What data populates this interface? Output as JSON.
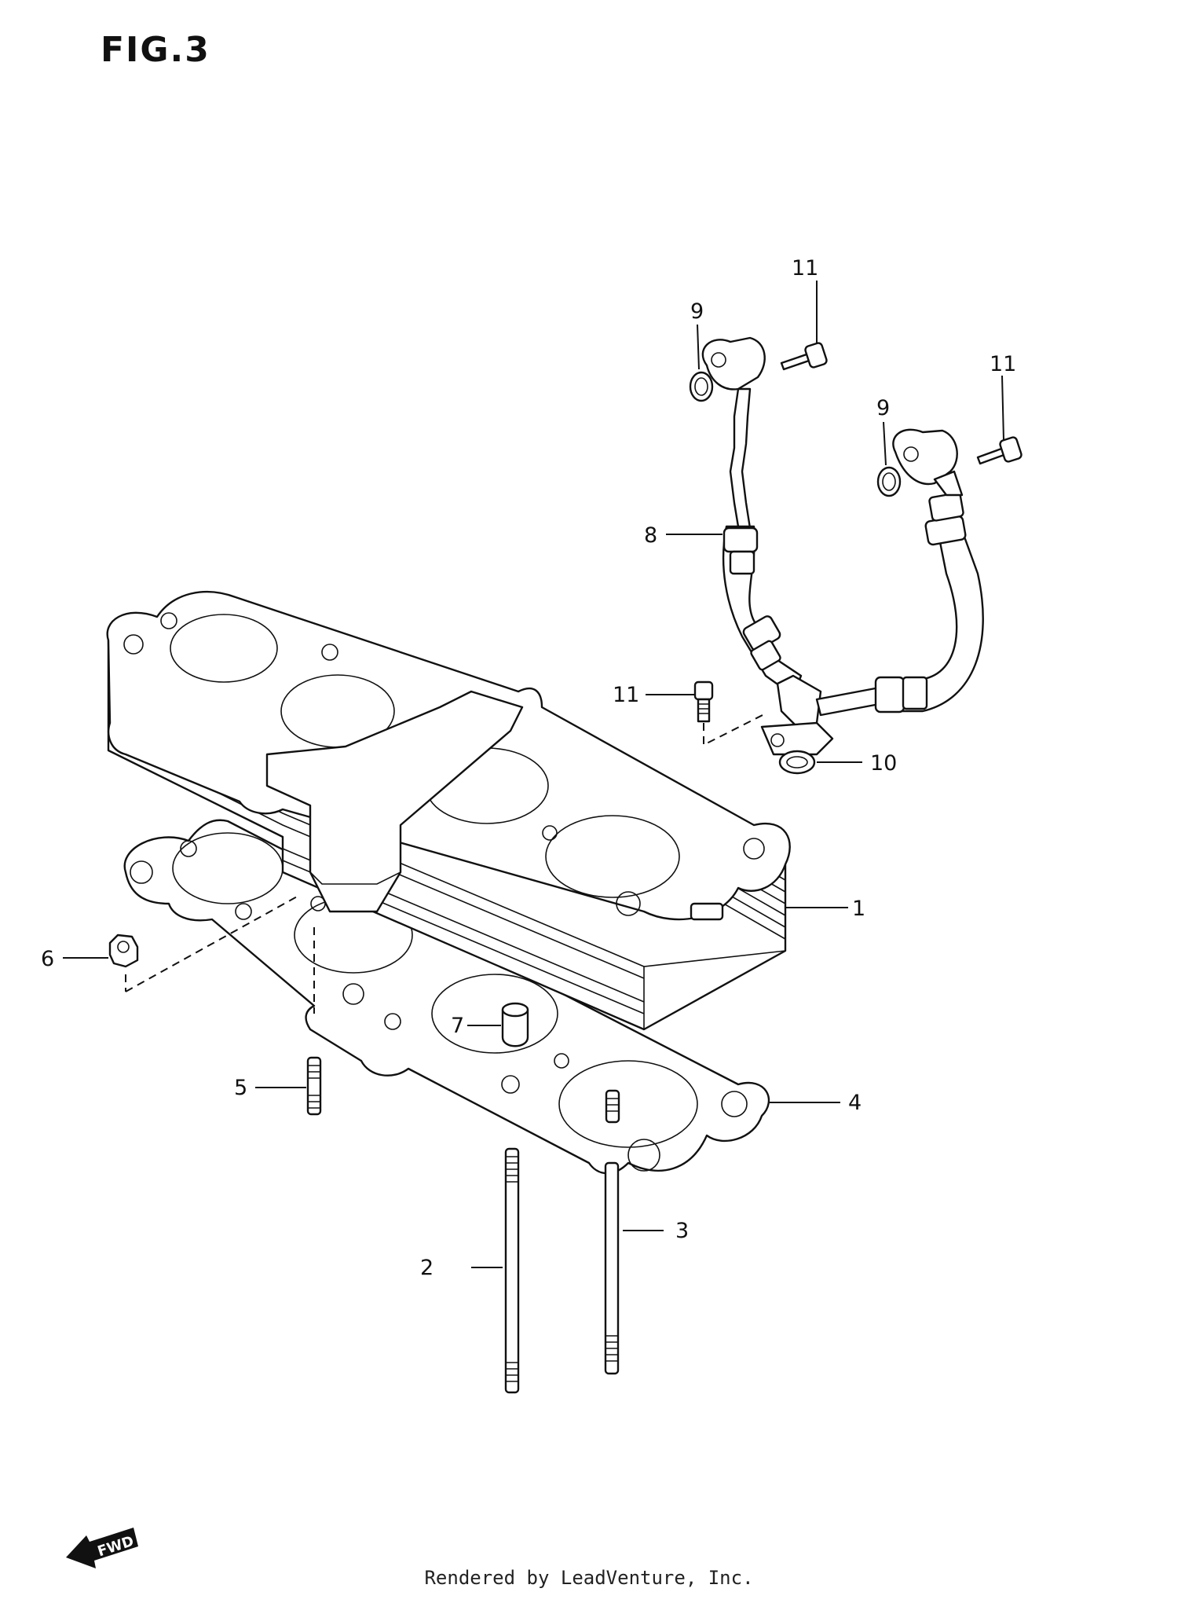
{
  "figure": {
    "title": "FIG.3"
  },
  "callouts": [
    {
      "id": "1",
      "text": "1"
    },
    {
      "id": "2",
      "text": "2"
    },
    {
      "id": "3",
      "text": "3"
    },
    {
      "id": "4",
      "text": "4"
    },
    {
      "id": "5",
      "text": "5"
    },
    {
      "id": "6",
      "text": "6"
    },
    {
      "id": "7",
      "text": "7"
    },
    {
      "id": "8",
      "text": "8"
    },
    {
      "id": "9a",
      "text": "9"
    },
    {
      "id": "9b",
      "text": "9"
    },
    {
      "id": "10",
      "text": "10"
    },
    {
      "id": "11a",
      "text": "11"
    },
    {
      "id": "11b",
      "text": "11"
    },
    {
      "id": "11c",
      "text": "11"
    }
  ],
  "badge": {
    "text": "FWD",
    "icon": "forward-arrow-icon"
  },
  "footer": {
    "text": "Rendered by LeadVenture, Inc."
  },
  "colors": {
    "line": "#111111",
    "background": "#ffffff"
  }
}
